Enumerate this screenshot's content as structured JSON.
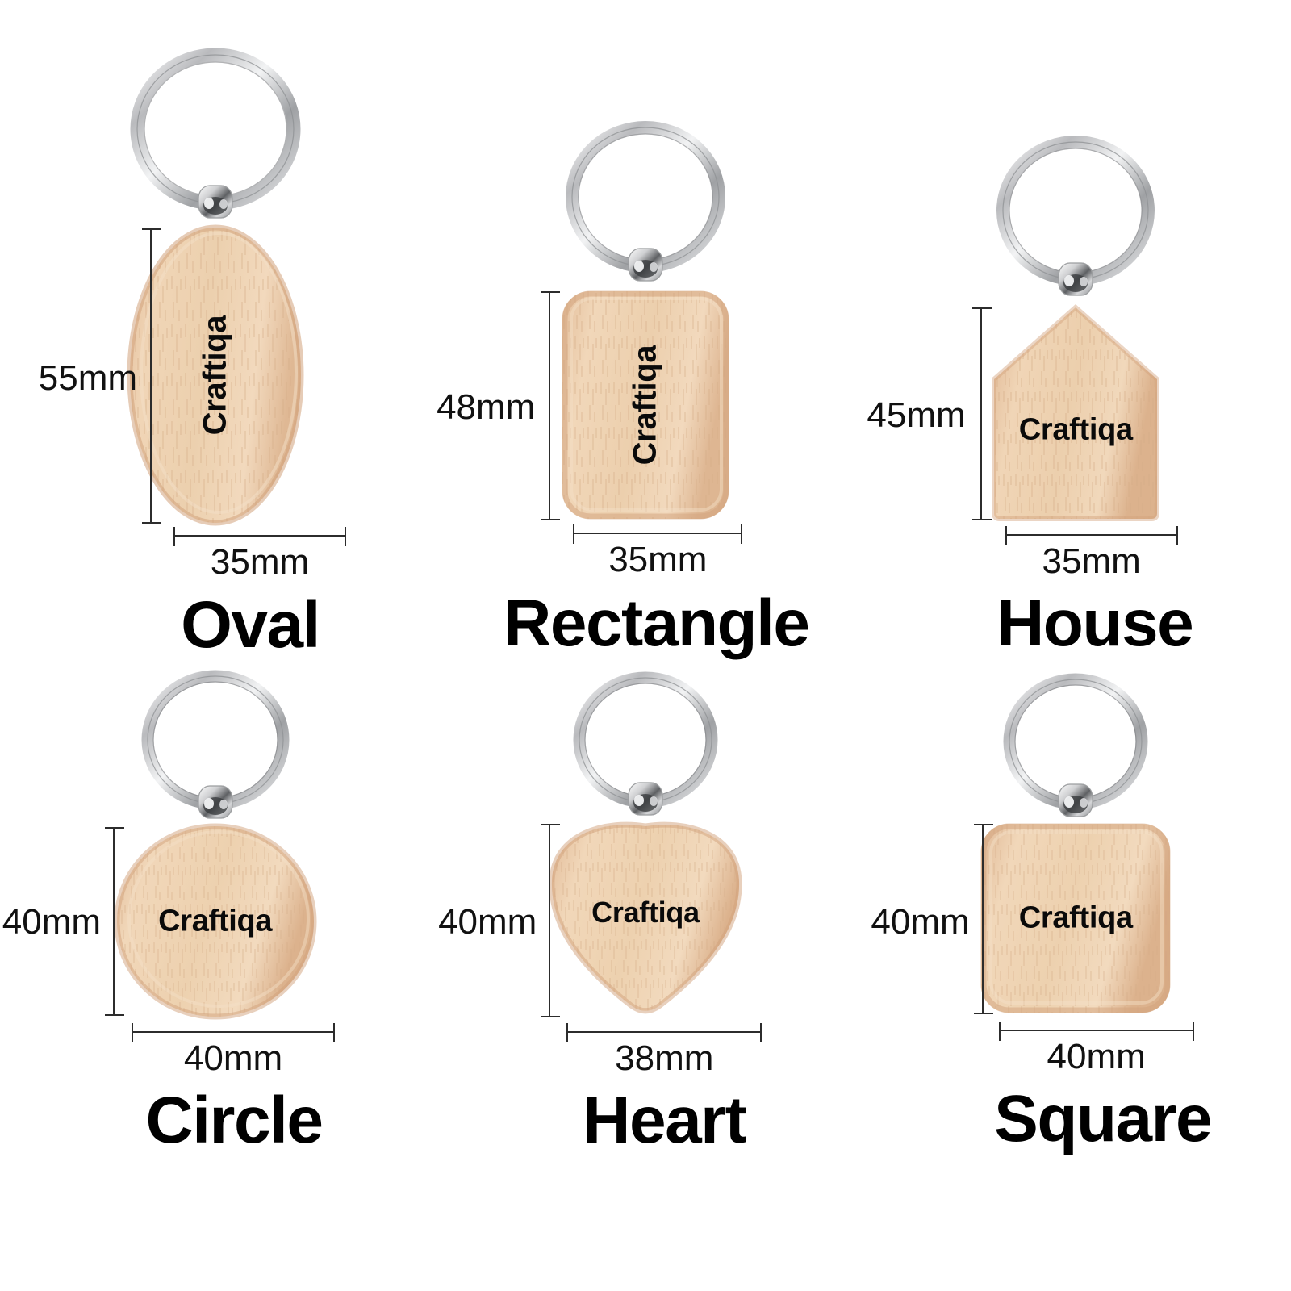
{
  "page": {
    "background": "#ffffff",
    "brand_text": "Craftiqa",
    "wood_color": "#ecd0b0",
    "wood_edge_color": "#d8a882",
    "metal_color": "#c9cacc",
    "line_color": "#2c2c2c"
  },
  "products": [
    {
      "name": "Oval",
      "shape": "oval",
      "brand": "Craftiqa",
      "brand_orientation": "vertical",
      "height_label": "55mm",
      "width_label": "35mm",
      "height_mm": 55,
      "width_mm": 35
    },
    {
      "name": "Rectangle",
      "shape": "rectangle",
      "brand": "Craftiqa",
      "brand_orientation": "vertical",
      "height_label": "48mm",
      "width_label": "35mm",
      "height_mm": 48,
      "width_mm": 35
    },
    {
      "name": "House",
      "shape": "house",
      "brand": "Craftiqa",
      "brand_orientation": "horizontal",
      "height_label": "45mm",
      "width_label": "35mm",
      "height_mm": 45,
      "width_mm": 35
    },
    {
      "name": "Circle",
      "shape": "circle",
      "brand": "Craftiqa",
      "brand_orientation": "horizontal",
      "height_label": "40mm",
      "width_label": "40mm",
      "height_mm": 40,
      "width_mm": 40
    },
    {
      "name": "Heart",
      "shape": "heart",
      "brand": "Craftiqa",
      "brand_orientation": "horizontal",
      "height_label": "40mm",
      "width_label": "38mm",
      "height_mm": 40,
      "width_mm": 38
    },
    {
      "name": "Square",
      "shape": "square",
      "brand": "Craftiqa",
      "brand_orientation": "horizontal",
      "height_label": "40mm",
      "width_label": "40mm",
      "height_mm": 40,
      "width_mm": 40
    }
  ],
  "icons": {
    "split_ring": "split-ring-icon",
    "bead": "ring-bead-icon"
  }
}
